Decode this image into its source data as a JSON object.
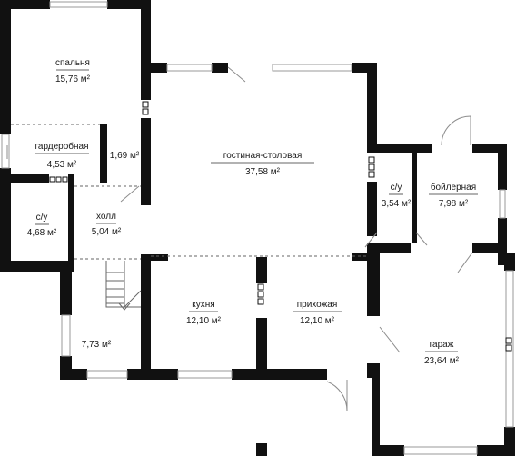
{
  "plan": {
    "wall_color": "#111111",
    "room_fill": "#ffffff",
    "window_color": "#9a9a9a",
    "door_color": "#8c8c8c",
    "rooms": [
      {
        "id": "bedroom",
        "name": "спальня",
        "area": "15,76 м²"
      },
      {
        "id": "wardrobe",
        "name": "гардеробная",
        "area": "4,53 м²"
      },
      {
        "id": "niche",
        "name": "",
        "area": "1,69 м²"
      },
      {
        "id": "living",
        "name": "гостиная-столовая",
        "area": "37,58 м²"
      },
      {
        "id": "wc1",
        "name": "с/у",
        "area": "4,68 м²"
      },
      {
        "id": "hall",
        "name": "холл",
        "area": "5,04 м²"
      },
      {
        "id": "wc2",
        "name": "с/у",
        "area": "3,54 м²"
      },
      {
        "id": "boiler",
        "name": "бойлерная",
        "area": "7,98 м²"
      },
      {
        "id": "stairs",
        "name": "",
        "area": "7,73 м²"
      },
      {
        "id": "kitchen",
        "name": "кухня",
        "area": "12,10 м²"
      },
      {
        "id": "entry",
        "name": "прихожая",
        "area": "12,10 м²"
      },
      {
        "id": "garage",
        "name": "гараж",
        "area": "23,64 м²"
      }
    ]
  }
}
